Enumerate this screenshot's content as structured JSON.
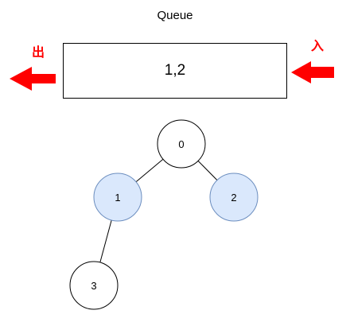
{
  "queue": {
    "title": "Queue",
    "contents": "1,2",
    "exit_label": "出",
    "enter_label": "入"
  },
  "tree": {
    "nodes": [
      {
        "id": "0",
        "label": "0",
        "highlighted": false
      },
      {
        "id": "1",
        "label": "1",
        "highlighted": true
      },
      {
        "id": "2",
        "label": "2",
        "highlighted": true
      },
      {
        "id": "3",
        "label": "3",
        "highlighted": false
      }
    ],
    "edges": [
      {
        "from": "0",
        "to": "1"
      },
      {
        "from": "0",
        "to": "2"
      },
      {
        "from": "1",
        "to": "3"
      }
    ]
  },
  "colors": {
    "arrow": "#ff0000",
    "highlight_fill": "#dae8fc",
    "highlight_stroke": "#6c8ebf",
    "node_fill": "#ffffff",
    "node_stroke": "#000000"
  }
}
